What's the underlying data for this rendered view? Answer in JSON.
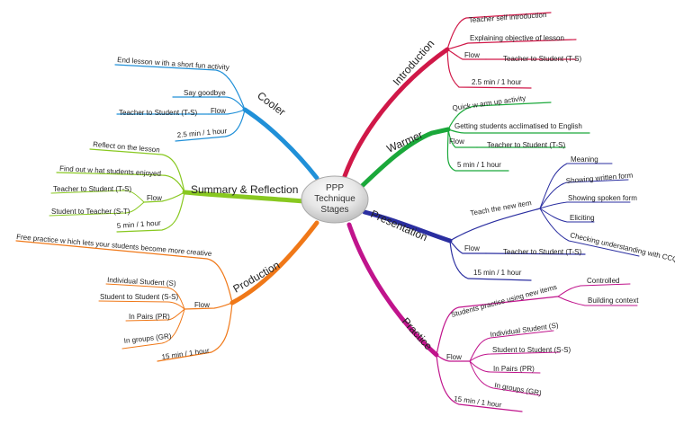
{
  "center": {
    "lines": [
      "PPP",
      "Technique",
      "Stages"
    ]
  },
  "colors": {
    "introduction": "#d01848",
    "warmer": "#1aa83a",
    "presentation": "#2a2ea0",
    "practice": "#c0148c",
    "production": "#f07818",
    "summary": "#88c820",
    "cooler": "#2090d8"
  },
  "branches": {
    "introduction": {
      "label": "Introduction",
      "items": [
        "Teacher self introduction",
        "Explaining objective of lesson",
        "Flow",
        "Teacher to Student (T-S)",
        "2.5 min / 1 hour"
      ]
    },
    "warmer": {
      "label": "Warmer",
      "items": [
        "Quick w arm up activity",
        "Getting students acclimatised to English",
        "Flow",
        "Teacher to Student (T-S)",
        "5 min / 1 hour"
      ]
    },
    "presentation": {
      "label": "Presentation",
      "items": [
        "Teach the new item",
        "Meaning",
        "Showing written form",
        "Showing spoken form",
        "Eliciting",
        "Checking understanding with CCQ",
        "Flow",
        "Teacher to Student (T-S)",
        "15 min / 1 hour"
      ]
    },
    "practice": {
      "label": "Practice",
      "items": [
        "Students practise using new items",
        "Controlled",
        "Building context",
        "Flow",
        "Individual Student (S)",
        "Student to Student (S-S)",
        "In Pairs (PR)",
        "In groups (GR)",
        "15 min / 1 hour"
      ]
    },
    "production": {
      "label": "Production",
      "items": [
        "Free practice w hich lets your students become more creative",
        "Flow",
        "Individual Student (S)",
        "Student to Student (S-S)",
        "In Pairs (PR)",
        "In groups (GR)",
        "15 min / 1 hour"
      ]
    },
    "summary": {
      "label": "Summary & Reflection",
      "items": [
        "Reflect on the lesson",
        "Find out w hat students enjoyed",
        "Flow",
        "Teacher to Student (T-S)",
        "Student to Teacher (S-T)",
        "5 min / 1 hour"
      ]
    },
    "cooler": {
      "label": "Cooler",
      "items": [
        "End lesson w ith a short fun activity",
        "Say goodbye",
        "Flow",
        "Teacher to Student (T-S)",
        "2.5 min / 1 hour"
      ]
    }
  }
}
